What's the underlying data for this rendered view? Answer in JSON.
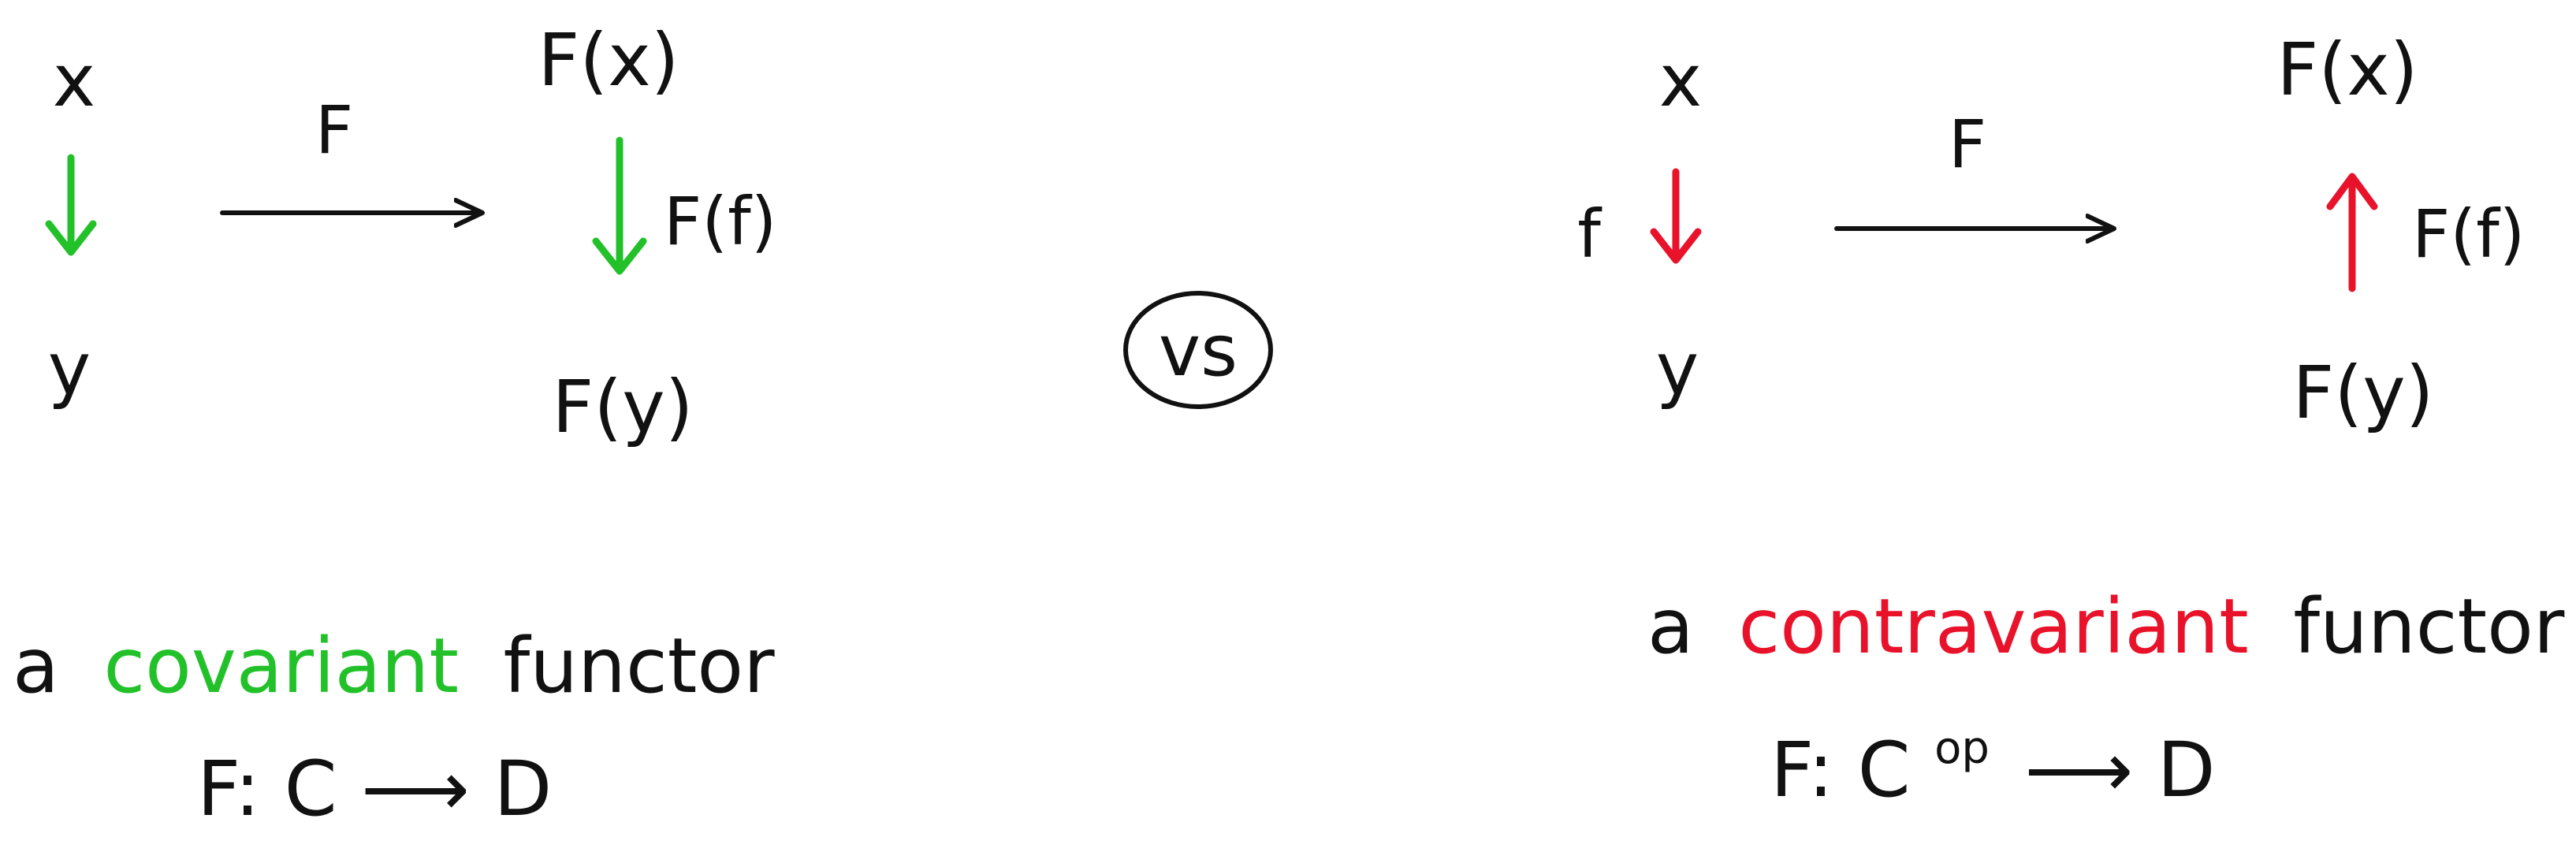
{
  "colors": {
    "ink": "#111111",
    "covariant": "#22c12a",
    "contravariant": "#e8132a"
  },
  "left_diagram": {
    "source_top": "x",
    "source_bottom": "y",
    "functor_label": "F",
    "target_top": "F(x)",
    "target_bottom": "F(y)",
    "target_arrow_label": "F(f)",
    "caption_prefix": "a",
    "caption_variance": "covariant",
    "caption_suffix": "functor",
    "signature": "F: C ⟶ D"
  },
  "separator": {
    "text": "vs"
  },
  "right_diagram": {
    "source_top": "x",
    "source_bottom": "y",
    "source_arrow_label": "f",
    "functor_label": "F",
    "target_top": "F(x)",
    "target_bottom": "F(y)",
    "target_arrow_label": "F(f)",
    "caption_prefix": "a",
    "caption_variance": "contravariant",
    "caption_suffix": "functor",
    "signature_main": "F: C",
    "signature_superscript": "op",
    "signature_rest": "⟶ D"
  }
}
